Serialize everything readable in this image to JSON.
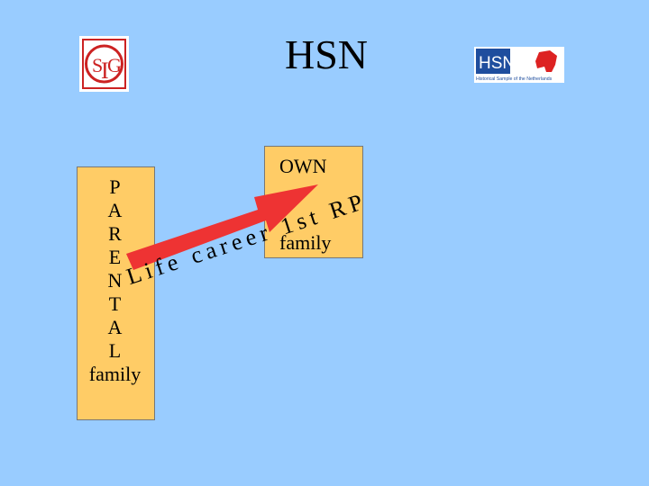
{
  "slide": {
    "title": "HSN",
    "left_logo": "SIG-logo",
    "right_logo": "HSN-logo",
    "right_logo_caption": "Historical Sample of the Netherlands",
    "parental_letters": [
      "P",
      "A",
      "R",
      "E",
      "N",
      "T",
      "A",
      "L"
    ],
    "parental_word": "family",
    "own_title": "OWN",
    "own_family": "family",
    "arrow_text": "Life career 1st RP",
    "colors": {
      "background": "#99ccff",
      "box": "#ffcc66",
      "arrow": "#ee3333",
      "logo_red": "#cc2222",
      "logo_blue": "#1f4e9e"
    }
  }
}
